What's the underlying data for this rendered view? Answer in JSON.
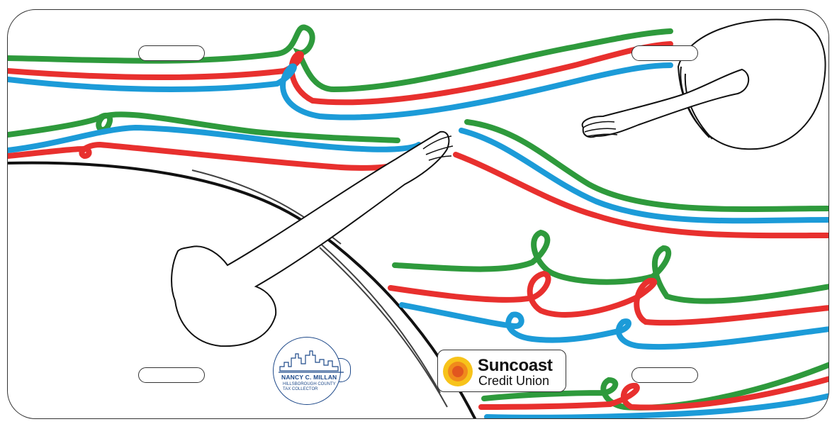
{
  "plate": {
    "seal": {
      "name": "NANCY C. MILLAN",
      "line1": "HILLSBOROUGH COUNTY",
      "line2": "TAX COLLECTOR",
      "color": "#1f4a8a"
    },
    "sponsor": {
      "name": "Suncoast",
      "subtitle": "Credit Union",
      "logo_colors": [
        "#f7c31a",
        "#f08a1c",
        "#e2561f"
      ]
    },
    "stroke_colors": {
      "green": "#2e9a3c",
      "red": "#e8302e",
      "blue": "#1c9bd8",
      "ink": "#111111"
    }
  }
}
